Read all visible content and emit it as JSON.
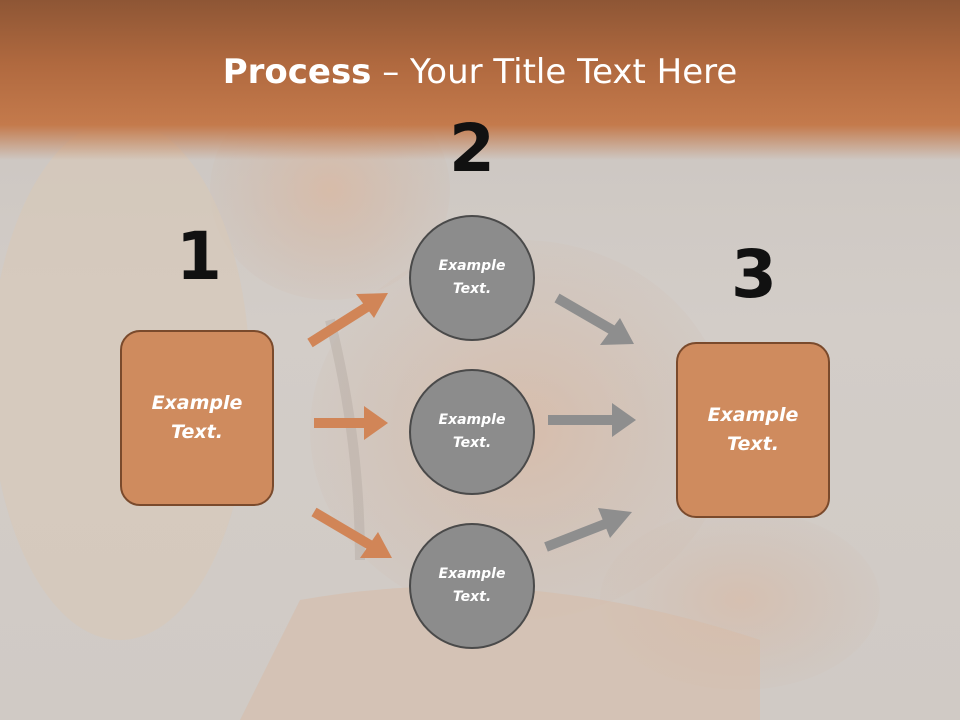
{
  "title": {
    "bold": "Process",
    "rest": " – Your Title Text Here"
  },
  "steps": [
    {
      "number": "1"
    },
    {
      "number": "2"
    },
    {
      "number": "3"
    }
  ],
  "left_box": {
    "line1": "Example",
    "line2": "Text."
  },
  "right_box": {
    "line1": "Example",
    "line2": "Text."
  },
  "circles": [
    {
      "line1": "Example",
      "line2": "Text."
    },
    {
      "line1": "Example",
      "line2": "Text."
    },
    {
      "line1": "Example",
      "line2": "Text."
    }
  ],
  "colors": {
    "accent": "#c47a4c",
    "box_fill": "#cf8b5e",
    "circle_fill": "#8c8c8c",
    "arrow_orange": "#d18557",
    "arrow_gray": "#8e8e8e"
  }
}
